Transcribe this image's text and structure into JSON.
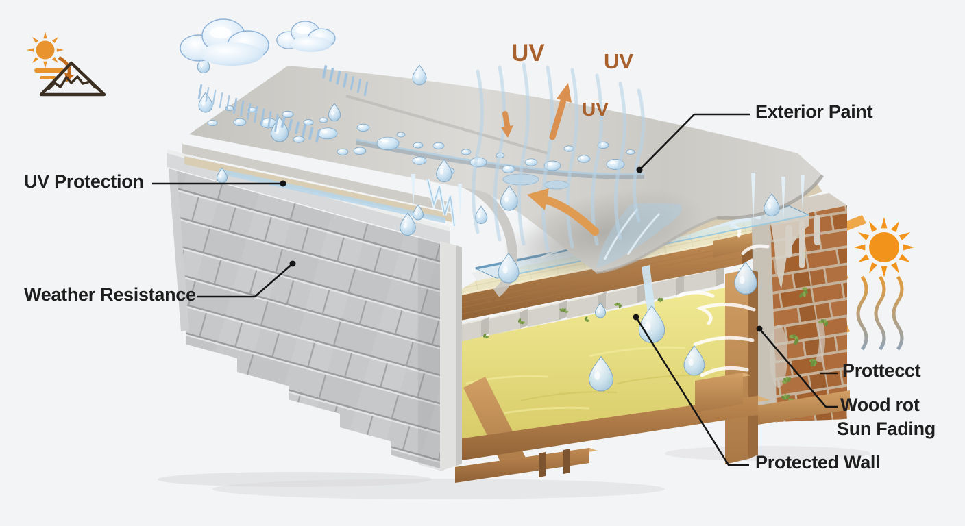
{
  "labels": {
    "uv_protection": "UV Protection",
    "weather_resistance": "Weather Resistance",
    "exterior_paint": "Exterior Paint",
    "prottecct": "Prottecct",
    "wood_rot": "Wood rot",
    "sun_fading": "Sun Fading",
    "protected_wall": "Protected Wall"
  },
  "uv_marks": [
    "UV",
    "UV",
    "UV"
  ],
  "icons": {
    "top_left": "sun-over-mountain-logo",
    "weather": "rain-cloud-icon",
    "right_side": "sun-icon",
    "heat": "heat-waves-icon"
  },
  "colors": {
    "background": "#f3f4f5",
    "label_text": "#1e1e1e",
    "uv_text": "#a8612c",
    "accent_orange": "#f0931f",
    "leader_line": "#161616"
  }
}
